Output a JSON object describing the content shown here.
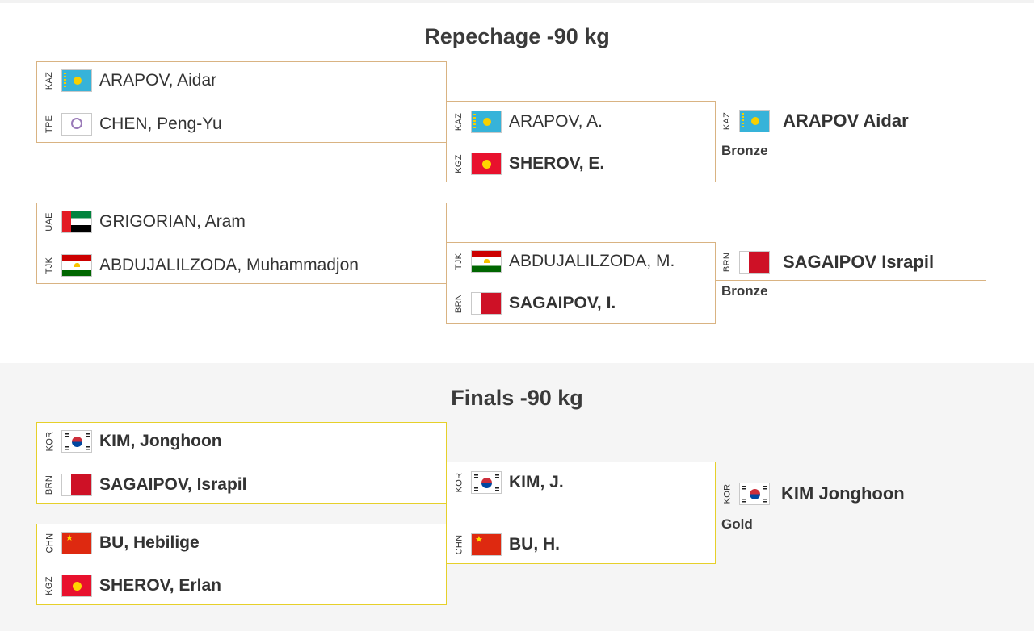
{
  "repechage": {
    "title": "Repechage -90 kg",
    "round1": [
      {
        "a": {
          "code": "KAZ",
          "flag": "kaz",
          "name": "ARAPOV, Aidar",
          "winner": false
        },
        "b": {
          "code": "TPE",
          "flag": "tpe",
          "name": "CHEN, Peng-Yu",
          "winner": false
        }
      },
      {
        "a": {
          "code": "UAE",
          "flag": "uae",
          "name": "GRIGORIAN, Aram",
          "winner": false
        },
        "b": {
          "code": "TJK",
          "flag": "tjk",
          "name": "ABDUJALILZODA, Muhammadjon",
          "winner": false
        }
      }
    ],
    "round2": [
      {
        "a": {
          "code": "KAZ",
          "flag": "kaz",
          "name": "ARAPOV, A.",
          "winner": false
        },
        "b": {
          "code": "KGZ",
          "flag": "kgz",
          "name": "SHEROV, E.",
          "winner": true
        }
      },
      {
        "a": {
          "code": "TJK",
          "flag": "tjk",
          "name": "ABDUJALILZODA, M.",
          "winner": false
        },
        "b": {
          "code": "BRN",
          "flag": "brn",
          "name": "SAGAIPOV, I.",
          "winner": true
        }
      }
    ],
    "medals": [
      {
        "code": "KAZ",
        "flag": "kaz",
        "name": "ARAPOV Aidar",
        "medal": "Bronze"
      },
      {
        "code": "BRN",
        "flag": "brn",
        "name": "SAGAIPOV Israpil",
        "medal": "Bronze"
      }
    ]
  },
  "finals": {
    "title": "Finals -90 kg",
    "round1": [
      {
        "a": {
          "code": "KOR",
          "flag": "kor",
          "name": "KIM, Jonghoon",
          "winner": true
        },
        "b": {
          "code": "BRN",
          "flag": "brn",
          "name": "SAGAIPOV, Israpil",
          "winner": true
        }
      },
      {
        "a": {
          "code": "CHN",
          "flag": "chn",
          "name": "BU, Hebilige",
          "winner": true
        },
        "b": {
          "code": "KGZ",
          "flag": "kgz",
          "name": "SHEROV, Erlan",
          "winner": true
        }
      }
    ],
    "round2": [
      {
        "a": {
          "code": "KOR",
          "flag": "kor",
          "name": "KIM, J.",
          "winner": true
        },
        "b": {
          "code": "CHN",
          "flag": "chn",
          "name": "BU, H.",
          "winner": true
        }
      }
    ],
    "medals": [
      {
        "code": "KOR",
        "flag": "kor",
        "name": "KIM Jonghoon",
        "medal": "Gold"
      }
    ]
  }
}
